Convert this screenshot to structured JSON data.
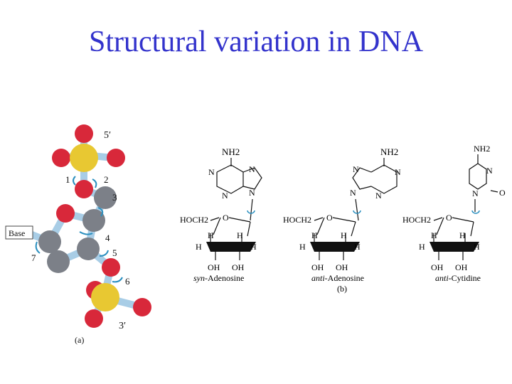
{
  "slide": {
    "title": "Structural variation in DNA"
  },
  "panel_a": {
    "label": "(a)",
    "base_label": "Base",
    "prime_top": "5′",
    "prime_bottom": "3′",
    "torsion_numbers": [
      "1",
      "2",
      "3",
      "4",
      "5",
      "6",
      "7"
    ],
    "colors": {
      "phosphorus": "#e8c832",
      "oxygen": "#d8283a",
      "carbon": "#7c8088",
      "bond": "#a8cde6",
      "arrow": "#2a8fbf"
    }
  },
  "panel_b": {
    "label": "(b)",
    "nucleosides": [
      {
        "name_prefix": "syn",
        "name_rest": "-Adenosine",
        "amino": "NH2",
        "sugar_label": "HOCH2"
      },
      {
        "name_prefix": "anti",
        "name_rest": "-Adenosine",
        "amino": "NH2",
        "sugar_label": "HOCH2"
      },
      {
        "name_prefix": "anti",
        "name_rest": "-Cytidine",
        "amino": "NH2",
        "sugar_label": "HOCH2"
      }
    ],
    "atoms": {
      "n": "N",
      "o": "O",
      "h": "H",
      "oh": "OH"
    }
  }
}
